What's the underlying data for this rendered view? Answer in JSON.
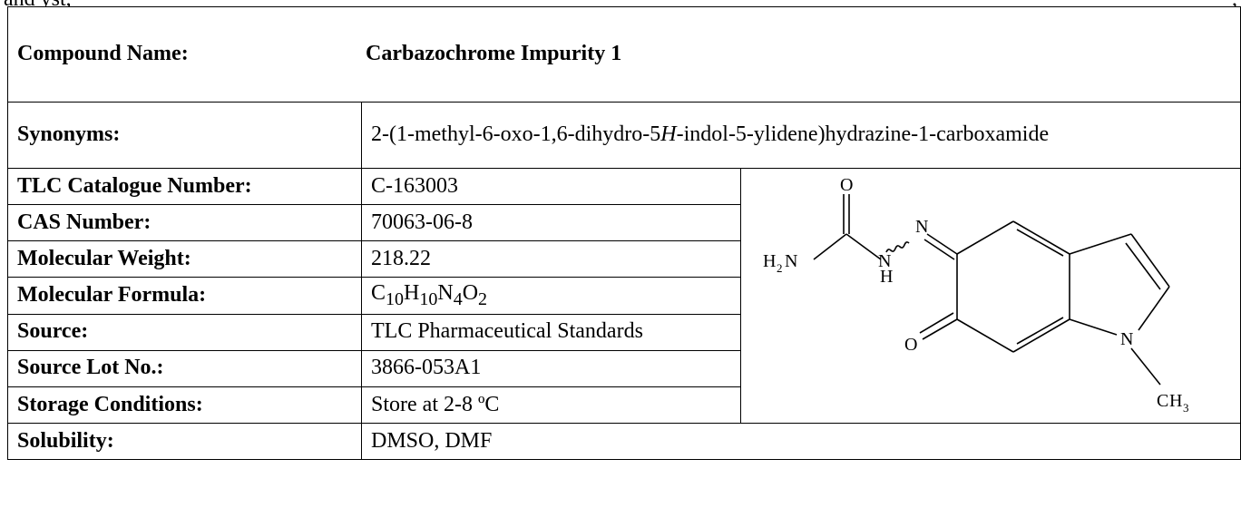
{
  "top_fragment": {
    "left": "and yst,",
    "right": ","
  },
  "title": {
    "label": "Compound Name:",
    "value": "Carbazochrome Impurity 1"
  },
  "synonyms": {
    "label": "Synonyms:",
    "value_pre": "2-(1-methyl-6-oxo-1,6-dihydro-5",
    "value_italic": "H",
    "value_post": "-indol-5-ylidene)hydrazine-1-carboxamide"
  },
  "rows": [
    {
      "label": "TLC Catalogue Number:",
      "value": "C-163003"
    },
    {
      "label": "CAS Number:",
      "value": "70063-06-8"
    },
    {
      "label": "Molecular Weight:",
      "value": "218.22"
    },
    {
      "label": "Molecular Formula:",
      "formula": {
        "c": "C",
        "c_n": "10",
        "h": "H",
        "h_n": "10",
        "n": "N",
        "n_n": "4",
        "o": "O",
        "o_n": "2"
      }
    },
    {
      "label": "Source:",
      "value": "TLC Pharmaceutical Standards"
    },
    {
      "label": "Source Lot No.:",
      "value": "3866-053A1"
    },
    {
      "label": "Storage Conditions:",
      "value": "Store at 2-8 ºC"
    }
  ],
  "solubility": {
    "label": "Solubility:",
    "value": "DMSO, DMF"
  },
  "structure": {
    "atoms": {
      "o_top": "O",
      "h2n_h": "H",
      "h2n_2": "2",
      "h2n_n": "N",
      "nh_n": "N",
      "nh_h": "H",
      "n_eq": "N",
      "o_ring": "O",
      "n_ring": "N",
      "ch3_c": "C",
      "ch3_h": "H",
      "ch3_3": "3"
    }
  }
}
